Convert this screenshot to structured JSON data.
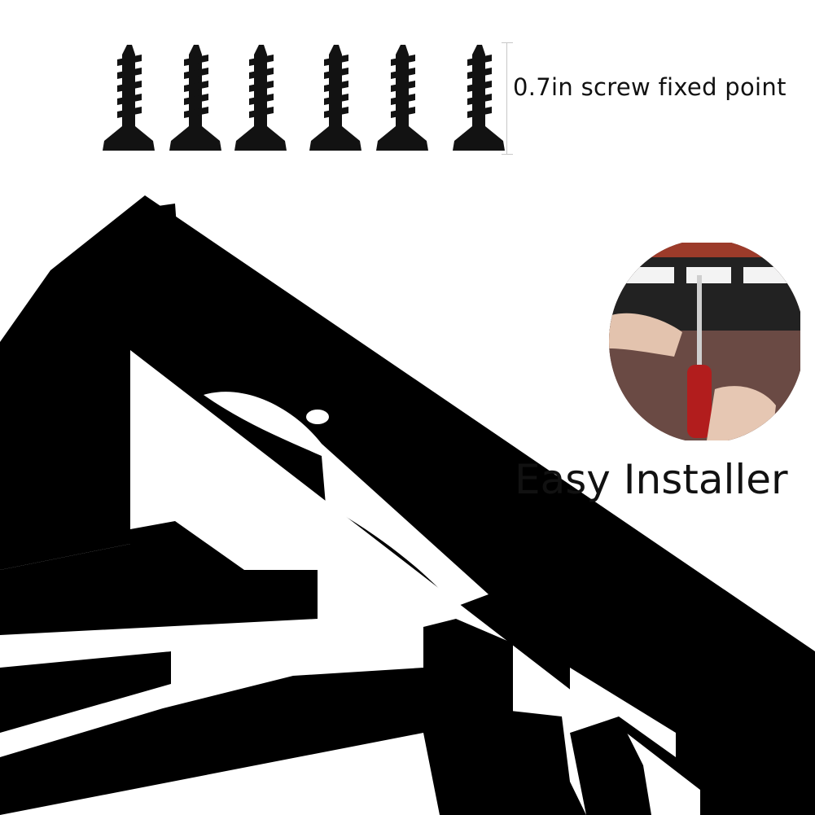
{
  "product": {
    "screw_dimension_label": "0.7in screw fixed point",
    "headline": "Easy Installer"
  },
  "screws": {
    "count": 6,
    "icon": "wood-screw-icon",
    "color": "#121212"
  },
  "rack": {
    "icon": "wall-mount-wine-glass-rack",
    "color": "#000000"
  },
  "inset_photo": {
    "icon": "installation-photo-screwdriver",
    "wood_color": "#7a2f22"
  }
}
